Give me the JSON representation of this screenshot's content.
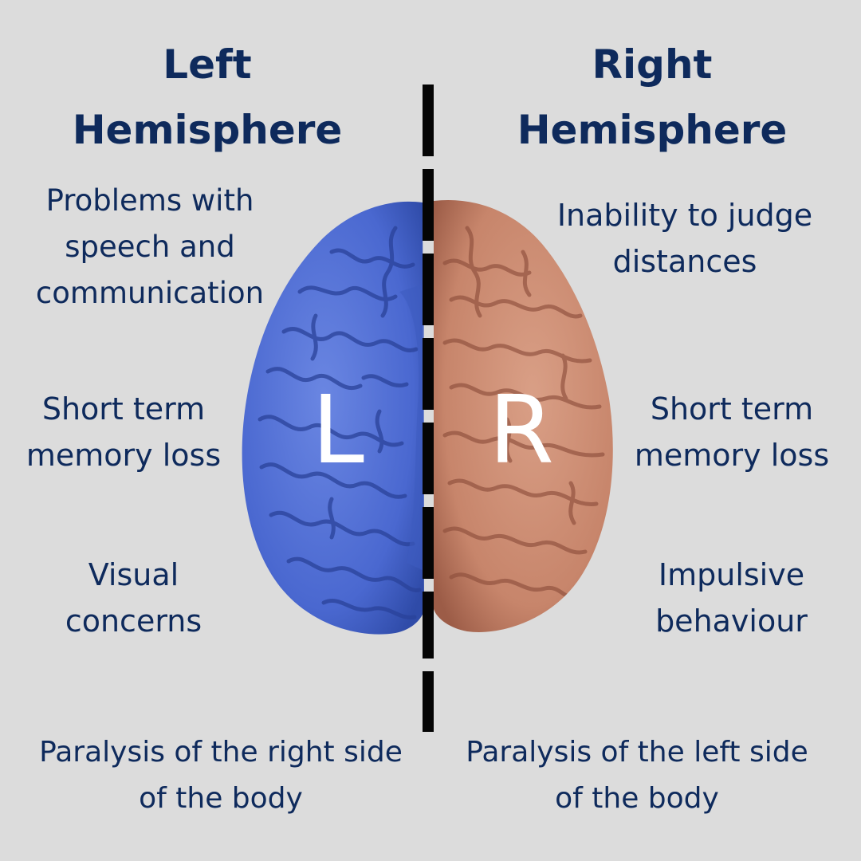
{
  "headings": {
    "left": "Left\nHemisphere",
    "right": "Right\nHemisphere"
  },
  "left_items": [
    "Problems with\nspeech and\ncommunication",
    "Short term\nmemory loss",
    "Visual\nconcerns",
    "Paralysis of the right side\nof the body"
  ],
  "right_items": [
    "Inability to judge\ndistances",
    "Short term\nmemory loss",
    "Impulsive\nbehaviour",
    "Paralysis of the left side\nof the body"
  ],
  "brain_letters": {
    "left": "L",
    "right": "R"
  },
  "colors": {
    "background": "#dcdcdc",
    "text": "#0e2a5c",
    "left_hemisphere": "#4f6fd6",
    "right_hemisphere": "#c98a72",
    "divider": "#050505"
  }
}
